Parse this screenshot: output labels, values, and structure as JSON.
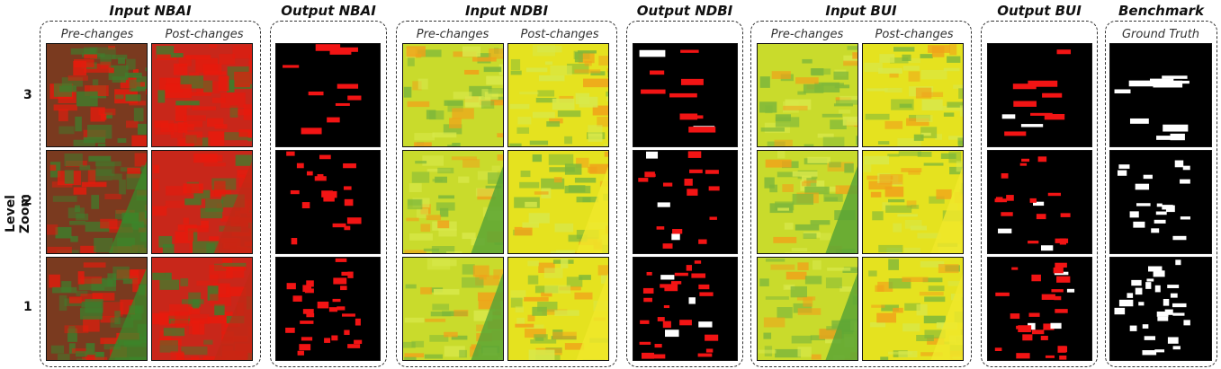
{
  "axis_label": "Level Zoom",
  "rows": [
    "3",
    "2",
    "1"
  ],
  "columns": [
    {
      "title": "Input NBAI",
      "subtitles": [
        "Pre-changes",
        "Post-changes"
      ]
    },
    {
      "title": "Output NBAI",
      "subtitles": []
    },
    {
      "title": "Input NDBI",
      "subtitles": [
        "Pre-changes",
        "Post-changes"
      ]
    },
    {
      "title": "Output NDBI",
      "subtitles": []
    },
    {
      "title": "Input BUI",
      "subtitles": [
        "Pre-changes",
        "Post-changes"
      ]
    },
    {
      "title": "Output BUI",
      "subtitles": []
    },
    {
      "title": "Benchmark",
      "subtitles": [
        "Ground Truth"
      ]
    }
  ],
  "colors": {
    "nbai_green": "#3e7d2c",
    "nbai_red": "#e81a0c",
    "ndbi_yellow": "#e8e61e",
    "ndbi_green": "#7fb83a",
    "ndbi_orange": "#f0a21a",
    "output_red": "#f21414",
    "output_white": "#ffffff",
    "background_black": "#000000"
  }
}
